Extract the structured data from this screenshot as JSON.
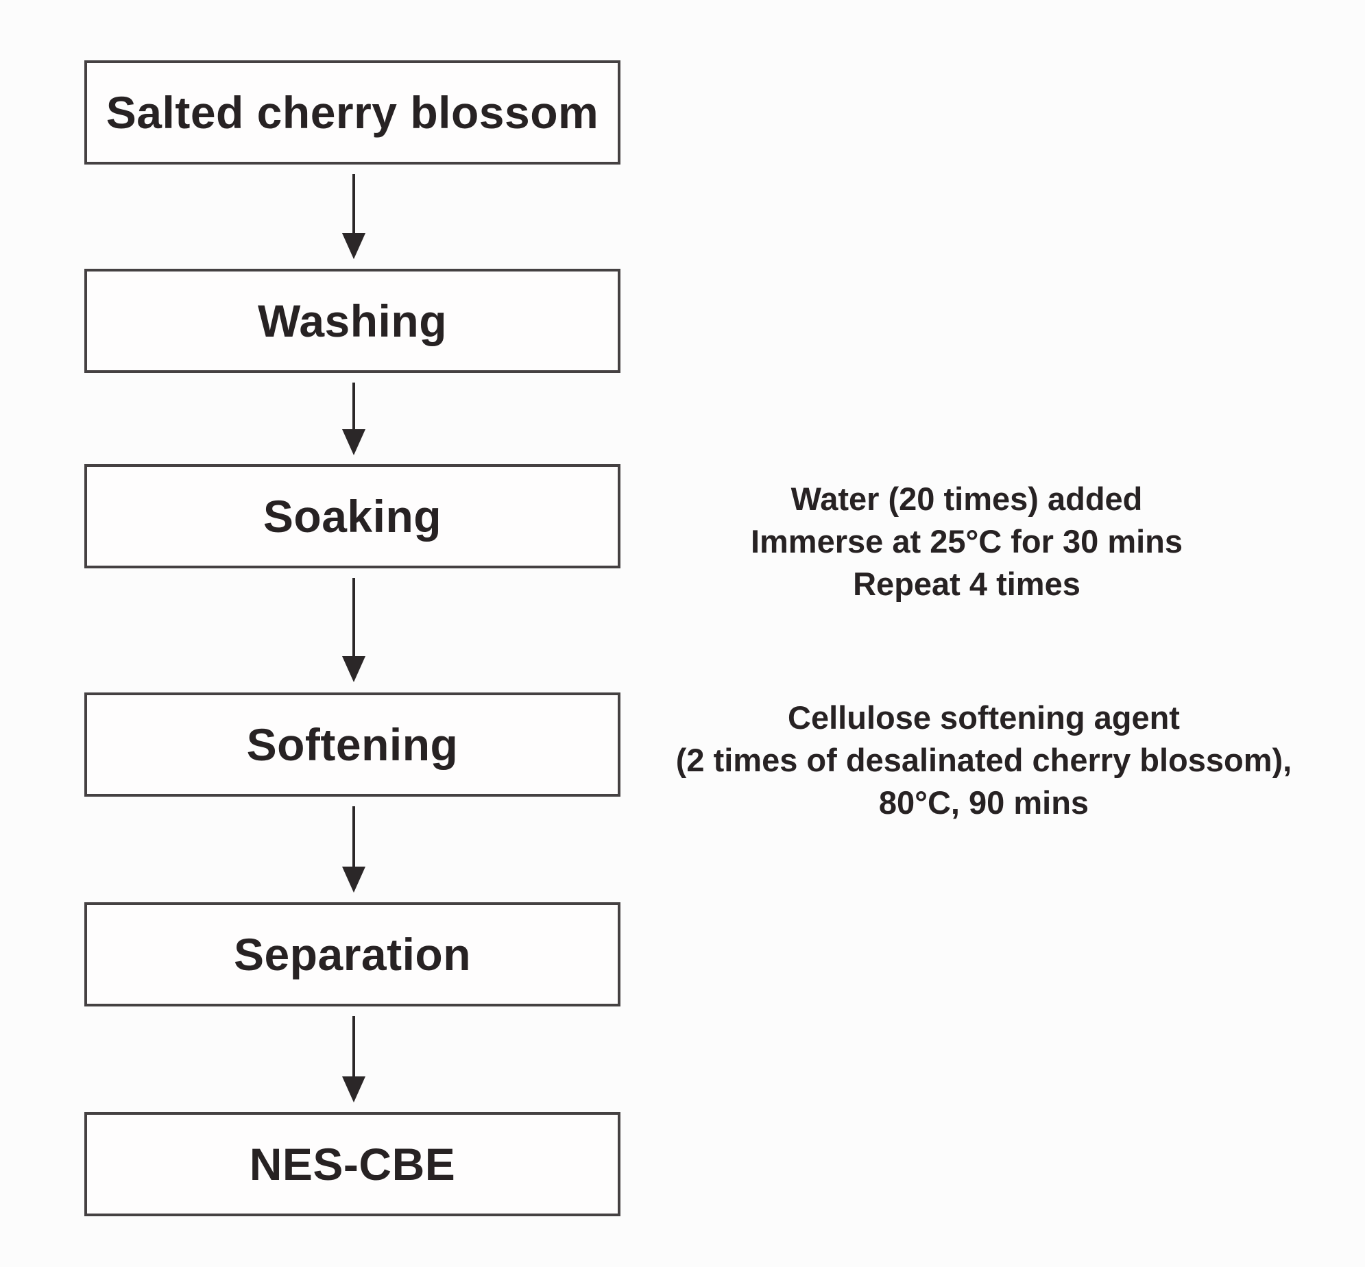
{
  "diagram": {
    "type": "flowchart",
    "subject": "Preparation process of NES-CBE from salted cherry blossom",
    "colors": {
      "background": "#fcfcfc",
      "box_border": "#454142",
      "box_fill": "#fefdfd",
      "text": "#272223",
      "arrow": "#2b2728"
    },
    "steps": [
      {
        "label": "Salted cherry blossom"
      },
      {
        "label": "Washing"
      },
      {
        "label": "Soaking"
      },
      {
        "label": "Softening"
      },
      {
        "label": "Separation"
      },
      {
        "label": "NES-CBE"
      }
    ],
    "notes": {
      "soaking": [
        "Water (20 times) added",
        "Immerse at 25°C for 30 mins",
        "Repeat 4 times"
      ],
      "softening": [
        "Cellulose softening agent",
        "(2 times of desalinated cherry blossom),",
        "80°C, 90 mins"
      ]
    }
  }
}
